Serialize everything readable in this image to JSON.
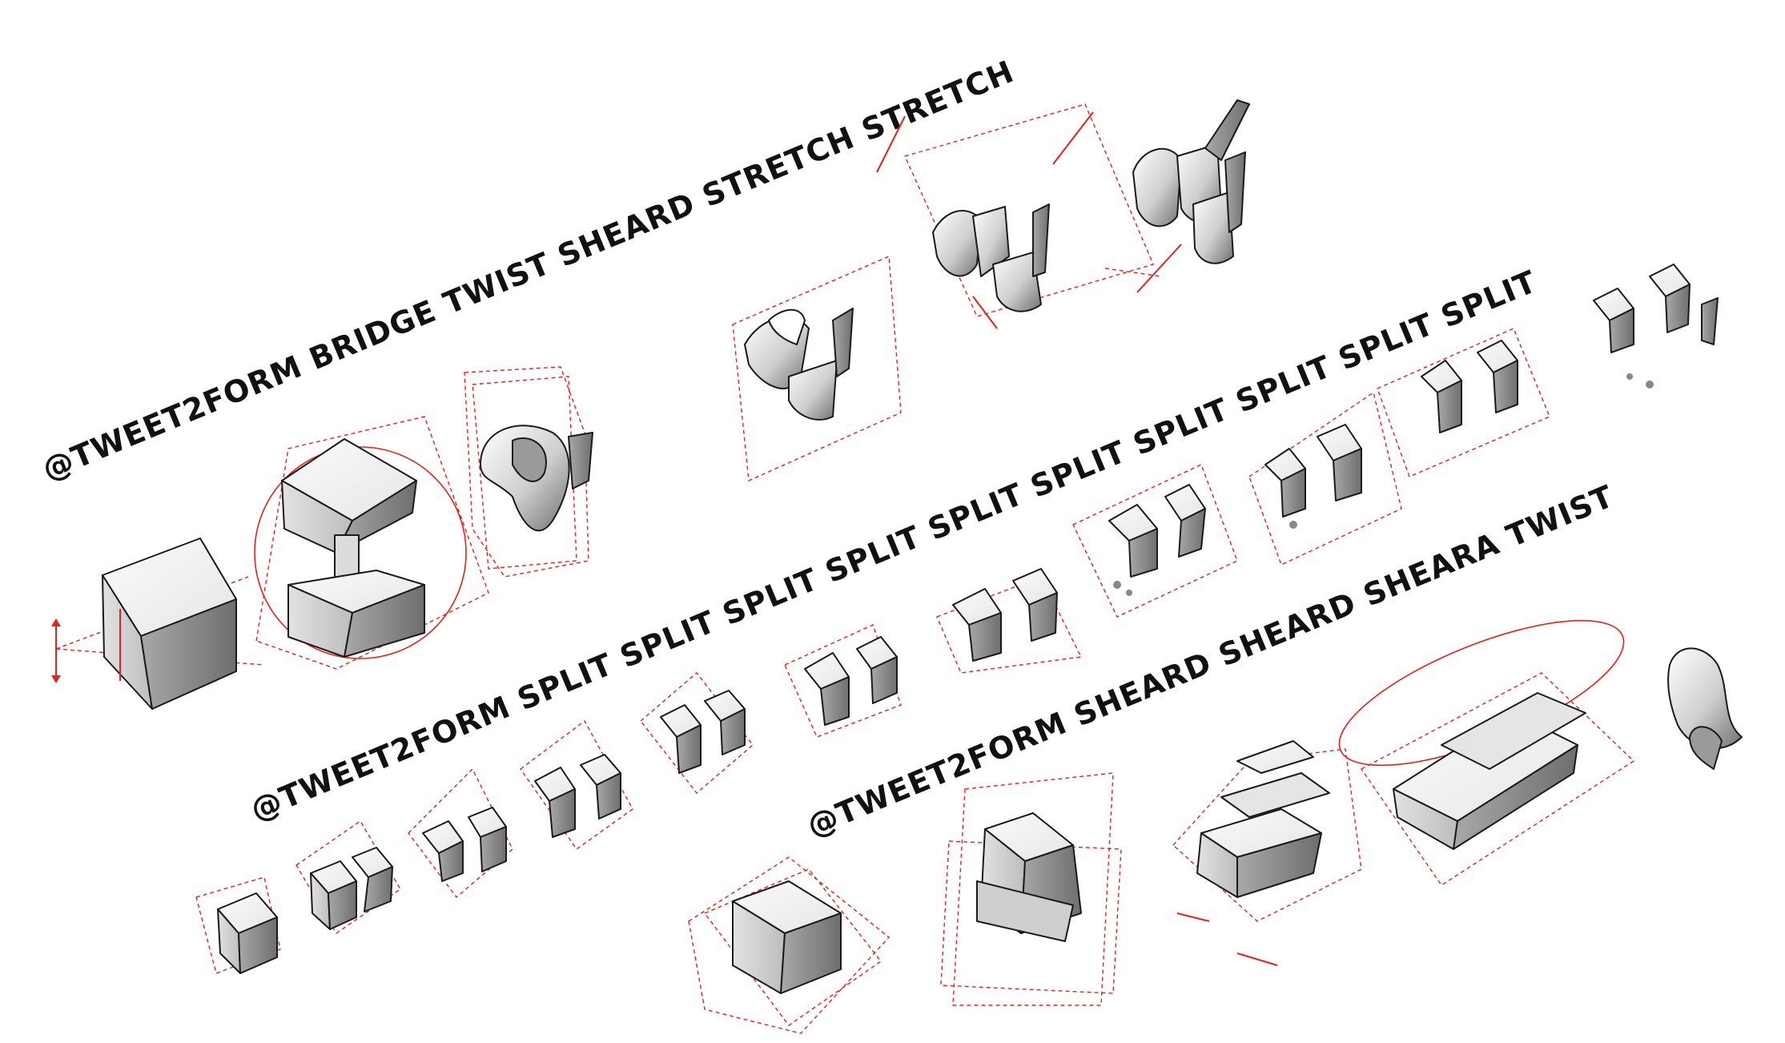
{
  "captions": {
    "row1": "@TWEET2FORM BRIDGE TWIST SHEARD STRETCH STRETCH",
    "row2": "@TWEET2FORM SPLIT SPLIT SPLIT SPLIT SPLIT SPLIT SPLIT SPLIT SPLIT SPLIT",
    "row3": "@TWEET2FORM SHEARD SHEARD SHEARA TWIST"
  },
  "colors": {
    "guide": "#e8201c",
    "face_top": "#f4f4f4",
    "face_left": "#d6d6d6",
    "face_right": "#8e8e8e",
    "edge": "#1a1a1a",
    "text": "#111111"
  }
}
